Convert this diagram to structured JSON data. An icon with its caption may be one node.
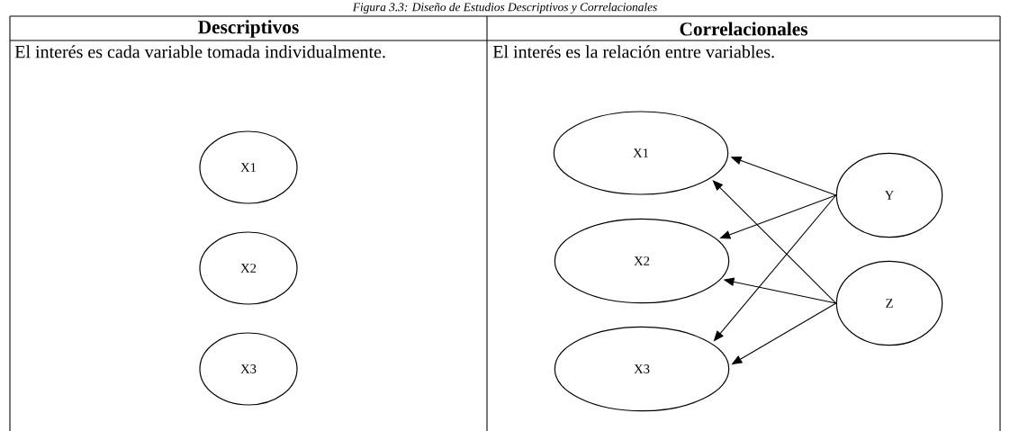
{
  "diagram": {
    "title": "Figura 3.3: Diseño de Estudios Descriptivos y Correlacionales",
    "nodes": [
      {
        "text": [
          "X1"
        ]
      },
      {
        "text": [
          "X2"
        ]
      },
      {
        "text": [
          "X3"
        ]
      },
      {
        "text": [
          "X1"
        ]
      },
      {
        "text": [
          "X2"
        ]
      },
      {
        "text": [
          "X3"
        ]
      },
      {
        "text": [
          "Y"
        ]
      },
      {
        "text": [
          "Z"
        ]
      }
    ],
    "edges": [
      {
        "from": 6,
        "to": 3,
        "arrow": "to"
      },
      {
        "from": 6,
        "to": 4,
        "arrow": "to"
      },
      {
        "from": 6,
        "to": 5,
        "arrow": "to"
      },
      {
        "from": 7,
        "to": 3,
        "arrow": "to"
      },
      {
        "from": 7,
        "to": 4,
        "arrow": "to"
      },
      {
        "from": 7,
        "to": 5,
        "arrow": "to"
      }
    ],
    "labels": [
      "Descriptivos",
      "Correlacionales",
      "El interés es cada variable tomada individualmente.",
      "El interés es la relación entre variables."
    ]
  }
}
